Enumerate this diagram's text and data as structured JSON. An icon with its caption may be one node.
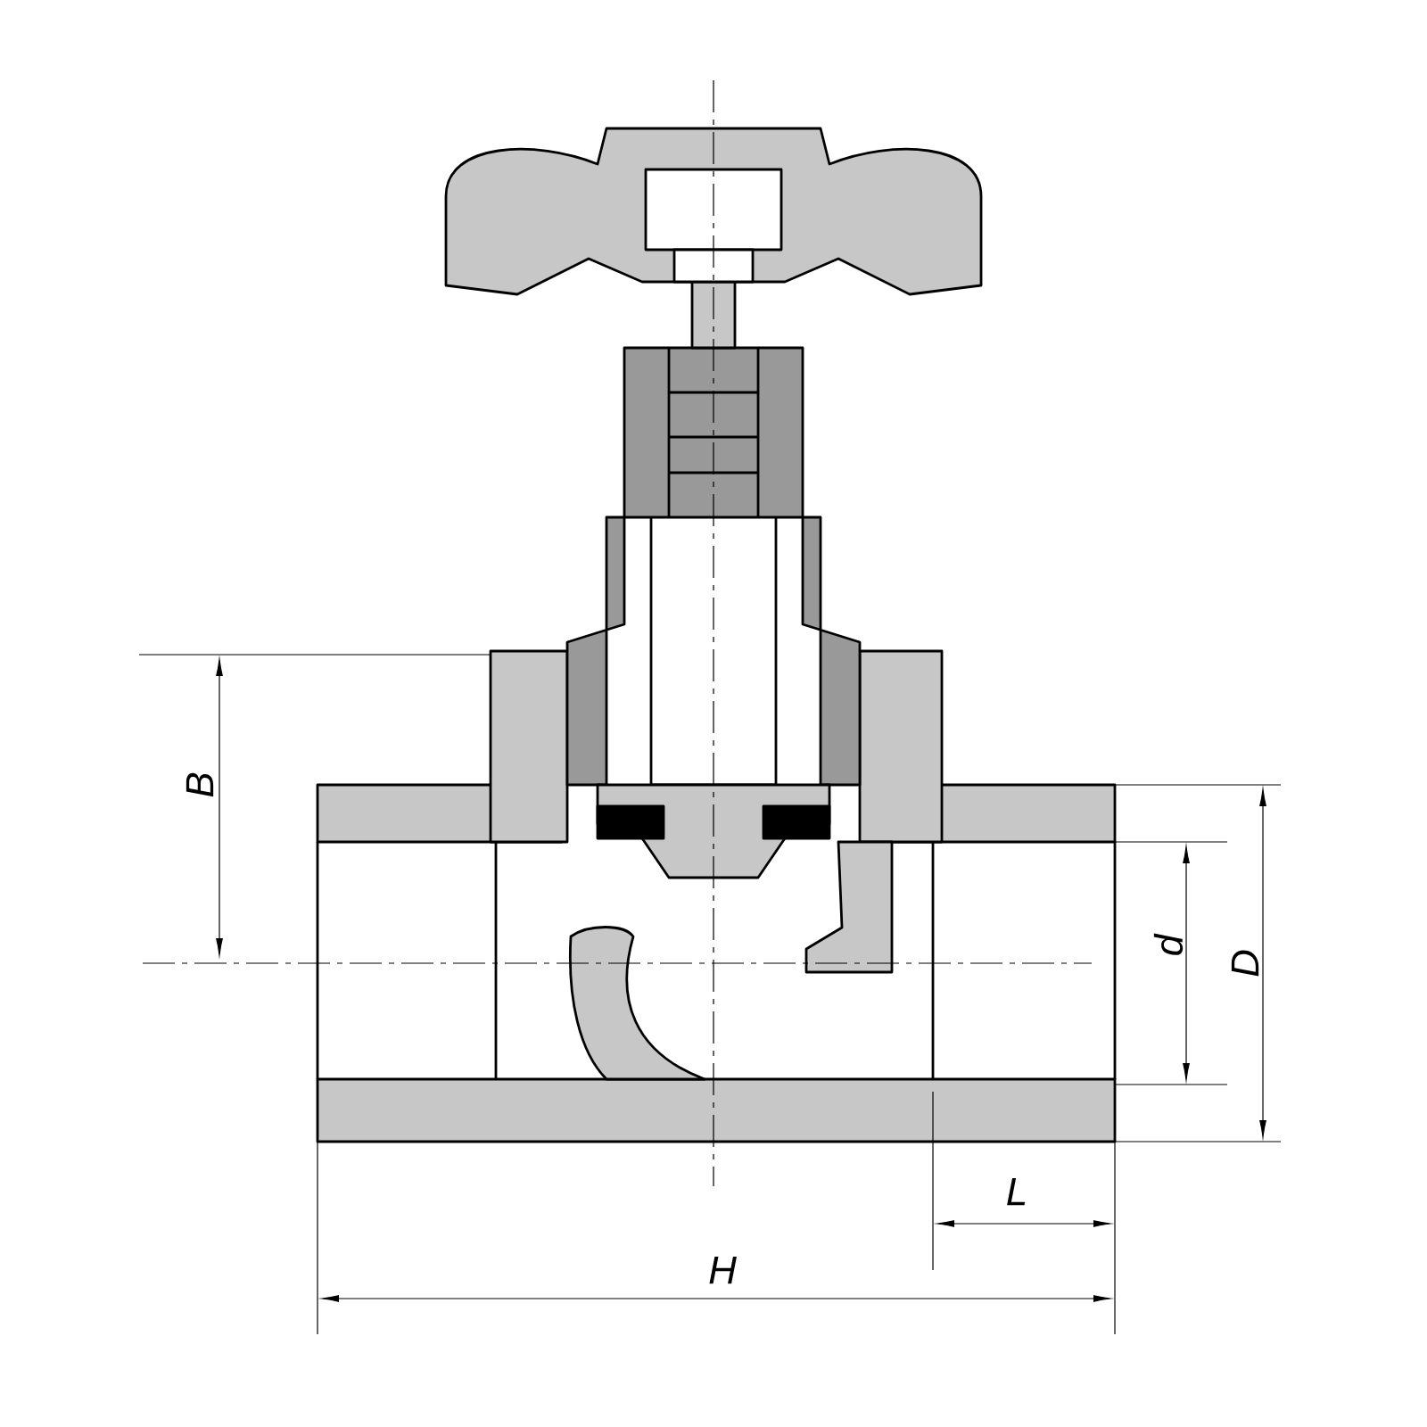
{
  "diagram": {
    "labels": [
      "B",
      "d",
      "D",
      "L",
      "H"
    ]
  }
}
